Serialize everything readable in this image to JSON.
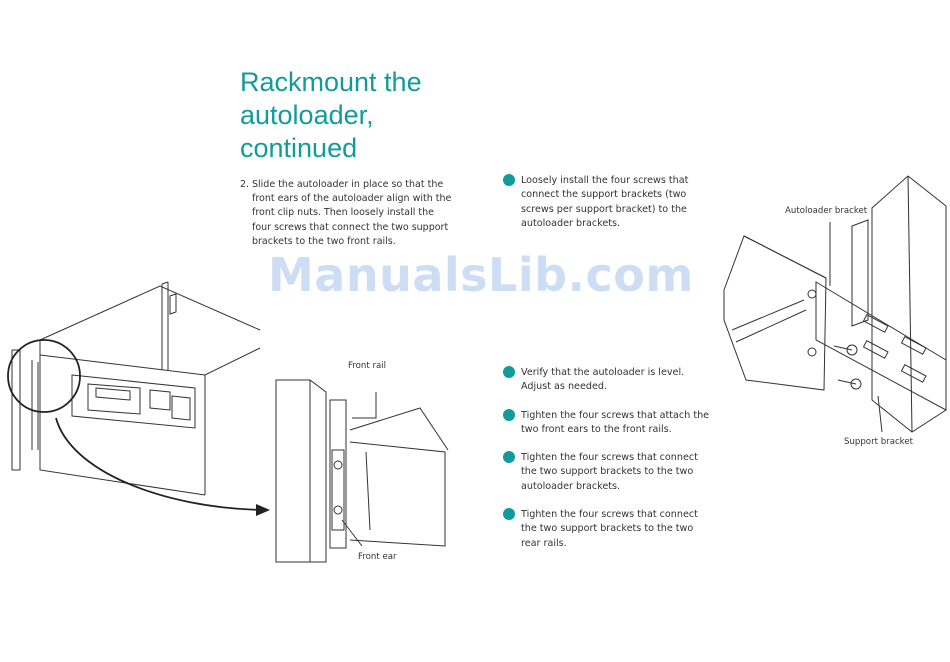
{
  "page": {
    "title_lines": [
      "Rackmount the",
      "autoloader,",
      "continued"
    ],
    "step": {
      "number": "2.",
      "text": "Slide the autoloader in place so that the front ears of the autoloader align with the front clip nuts. Then loosely install the four screws that connect the two support brackets to the two front rails."
    },
    "bullets": [
      {
        "text": "Loosely install the four screws that connect the support brackets (two screws per support bracket) to the autoloader brackets."
      },
      {
        "text": "Verify that the autoloader is level. Adjust as needed."
      },
      {
        "text": "Tighten the four screws that attach the two front ears to the front rails."
      },
      {
        "text": "Tighten the four screws that connect the two support brackets to the two autoloader brackets."
      },
      {
        "text": "Tighten the four screws that connect the two support brackets to the two rear rails."
      }
    ],
    "callouts": {
      "front_rail": "Front rail",
      "front_ear": "Front ear",
      "autoloader_bracket": "Autoloader bracket",
      "support_bracket": "Support bracket"
    },
    "watermark": "ManualsLib.com",
    "colors": {
      "accent": "#119b9c",
      "watermark": "#9fbfe6"
    }
  }
}
